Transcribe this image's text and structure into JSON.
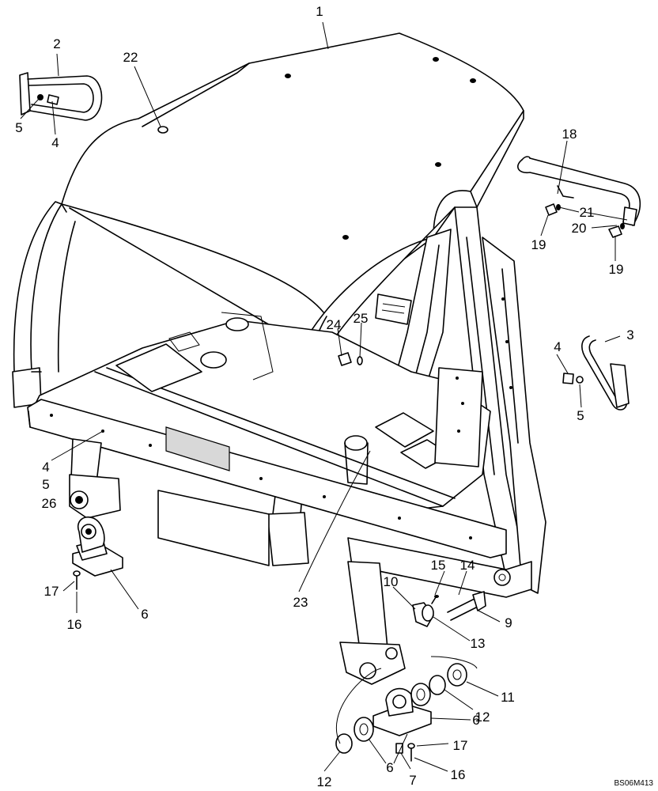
{
  "drawing_code": "BS06M413",
  "callouts": [
    {
      "id": "c1",
      "text": "1"
    },
    {
      "id": "c2",
      "text": "2"
    },
    {
      "id": "c4a",
      "text": "4"
    },
    {
      "id": "c5a",
      "text": "5"
    },
    {
      "id": "c22",
      "text": "22"
    },
    {
      "id": "c18",
      "text": "18"
    },
    {
      "id": "c21",
      "text": "21"
    },
    {
      "id": "c20",
      "text": "20"
    },
    {
      "id": "c19a",
      "text": "19"
    },
    {
      "id": "c19b",
      "text": "19"
    },
    {
      "id": "c3",
      "text": "3"
    },
    {
      "id": "c4b",
      "text": "4"
    },
    {
      "id": "c5b",
      "text": "5"
    },
    {
      "id": "c24",
      "text": "24"
    },
    {
      "id": "c25",
      "text": "25"
    },
    {
      "id": "c4c",
      "text": "4"
    },
    {
      "id": "c5c",
      "text": "5"
    },
    {
      "id": "c26",
      "text": "26"
    },
    {
      "id": "c6a",
      "text": "6"
    },
    {
      "id": "c17a",
      "text": "17"
    },
    {
      "id": "c16a",
      "text": "16"
    },
    {
      "id": "c23",
      "text": "23"
    },
    {
      "id": "c10",
      "text": "10"
    },
    {
      "id": "c15",
      "text": "15"
    },
    {
      "id": "c14",
      "text": "14"
    },
    {
      "id": "c9",
      "text": "9"
    },
    {
      "id": "c13",
      "text": "13"
    },
    {
      "id": "c11",
      "text": "11"
    },
    {
      "id": "c12a",
      "text": "12"
    },
    {
      "id": "c6b",
      "text": "6"
    },
    {
      "id": "c6c",
      "text": "6"
    },
    {
      "id": "c17b",
      "text": "17"
    },
    {
      "id": "c16b",
      "text": "16"
    },
    {
      "id": "c7",
      "text": "7"
    },
    {
      "id": "c12b",
      "text": "12"
    }
  ]
}
